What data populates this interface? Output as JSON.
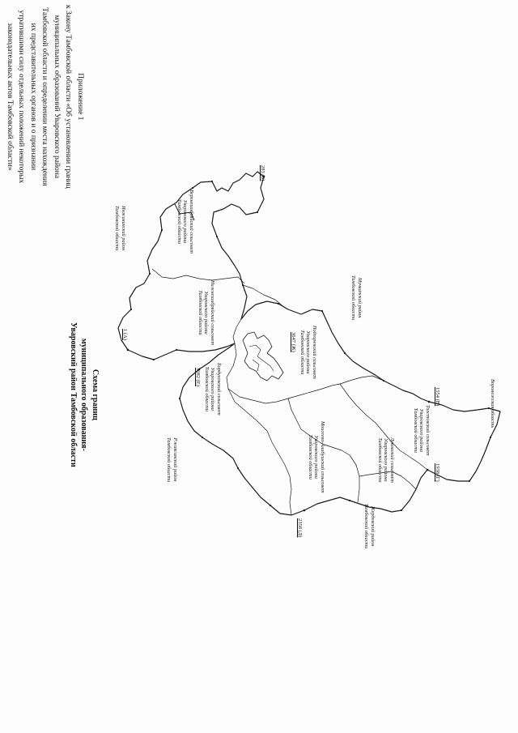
{
  "appendix": {
    "lines": [
      "Приложение 1",
      "к Закону Тамбовской области «Об установлении границ",
      "муниципальных образований Уваровского района",
      "Тамбовской области и определении места нахождения",
      "их представительных органов и о признании",
      "утратившими силу отдельных положений некоторых",
      "законодательных актов Тамбовской области»"
    ]
  },
  "title": {
    "lines": [
      "Схема границ",
      "муниципального образования-",
      "Уваровский район Тамбовской области"
    ]
  },
  "neighbors": [
    {
      "id": "inzhavinsky",
      "lines": [
        "Инжавинский район",
        "Тамбовской области"
      ]
    },
    {
      "id": "muchkapsky",
      "lines": [
        "Мучкапский район",
        "Тамбовской области"
      ]
    },
    {
      "id": "voronezh",
      "lines": [
        "Воронежская область"
      ]
    },
    {
      "id": "rzhaksinsky",
      "lines": [
        "Ржаксинский район",
        "Тамбовской области"
      ]
    },
    {
      "id": "zherdevsky",
      "lines": [
        "Жердевский район",
        "Тамбовской области"
      ]
    }
  ],
  "councils": [
    {
      "id": "verkhneshibryaysky",
      "lines": [
        "Верхнешибряйский сельсовет",
        "Уваровского района",
        "Тамбовской области"
      ]
    },
    {
      "id": "nizhneshibryaysky",
      "lines": [
        "Нижнешибряйский сельсовет",
        "Уваровского района",
        "Тамбовской области"
      ]
    },
    {
      "id": "podgorensky",
      "lines": [
        "Подгоренский сельсовет",
        "Уваровского района",
        "Тамбовской области"
      ]
    },
    {
      "id": "bordulinsky",
      "lines": [
        "Бордуловский сельсовет",
        "Уваровского района",
        "Тамбовской области"
      ]
    },
    {
      "id": "moiseevo",
      "lines": [
        "Моисеево-Алабушский сельсовет",
        "Уваровского района",
        "Тамбовской области"
      ]
    },
    {
      "id": "lukovsky",
      "lines": [
        "Луковский сельсовет",
        "Уваровского района",
        "Тамбовской области"
      ]
    },
    {
      "id": "tolstovsky",
      "lines": [
        "Толстовский сельсовет",
        "Уваровского района",
        "Тамбовской области"
      ]
    }
  ],
  "boundary_codes": [
    "1 (А)",
    "283 (Б)",
    "3647 (Ж)",
    "3082 (Е)",
    "1554 (В)",
    "1938 (Г)",
    "2358 (Д)"
  ],
  "colors": {
    "ink": "#1a1a1a",
    "paper": "#fdfdfd"
  }
}
